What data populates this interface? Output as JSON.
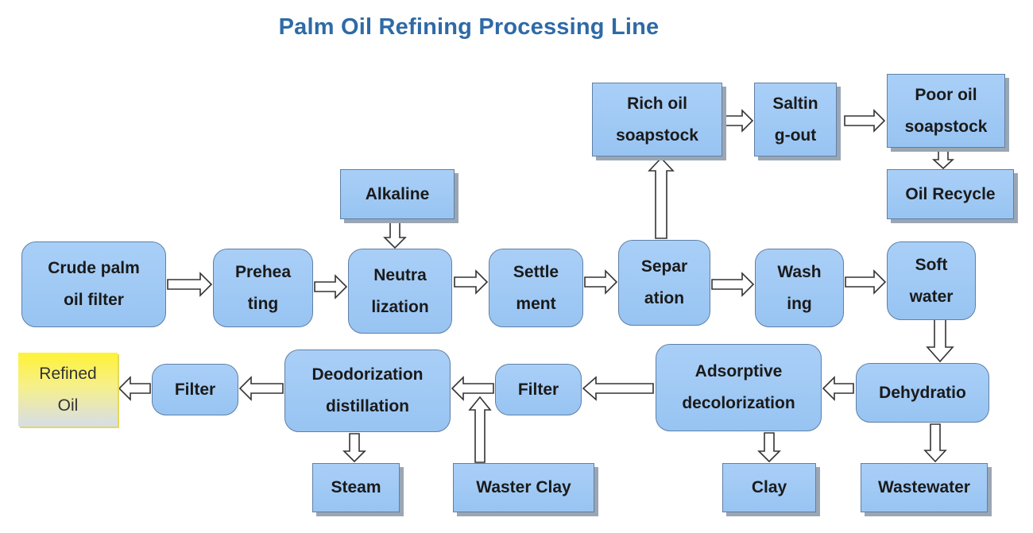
{
  "title": "Palm Oil Refining Processing Line",
  "nodes": {
    "crude": [
      "Crude palm",
      "oil filter"
    ],
    "preheating": [
      "Prehea",
      "ting"
    ],
    "alkaline": [
      "Alkaline"
    ],
    "neutralization": [
      "Neutra",
      "lization"
    ],
    "settlement": [
      "Settle",
      "ment"
    ],
    "separation": [
      "Separ",
      "ation"
    ],
    "rich_oil": [
      "Rich oil",
      "soapstock"
    ],
    "salting_out": [
      "Saltin",
      "g-out"
    ],
    "poor_oil": [
      "Poor oil",
      "soapstock"
    ],
    "oil_recycle": [
      "Oil Recycle"
    ],
    "washing": [
      "Wash",
      "ing"
    ],
    "soft_water": [
      "Soft",
      "water"
    ],
    "dehydration": [
      "Dehydratio"
    ],
    "wastewater": [
      "Wastewater"
    ],
    "adsorptive": [
      "Adsorptive",
      "decolorization"
    ],
    "clay": [
      "Clay"
    ],
    "filter_mid": [
      "Filter"
    ],
    "waster_clay": [
      "Waster Clay"
    ],
    "deodorization": [
      "Deodorization",
      "distillation"
    ],
    "steam": [
      "Steam"
    ],
    "filter_end": [
      "Filter"
    ],
    "refined_oil": [
      "Refined",
      "Oil"
    ]
  },
  "colors": {
    "title": "#2e6aa6",
    "box_fill": "#a9cff7",
    "box_border": "#5f7fa5",
    "refined_fill": "#fff236"
  }
}
